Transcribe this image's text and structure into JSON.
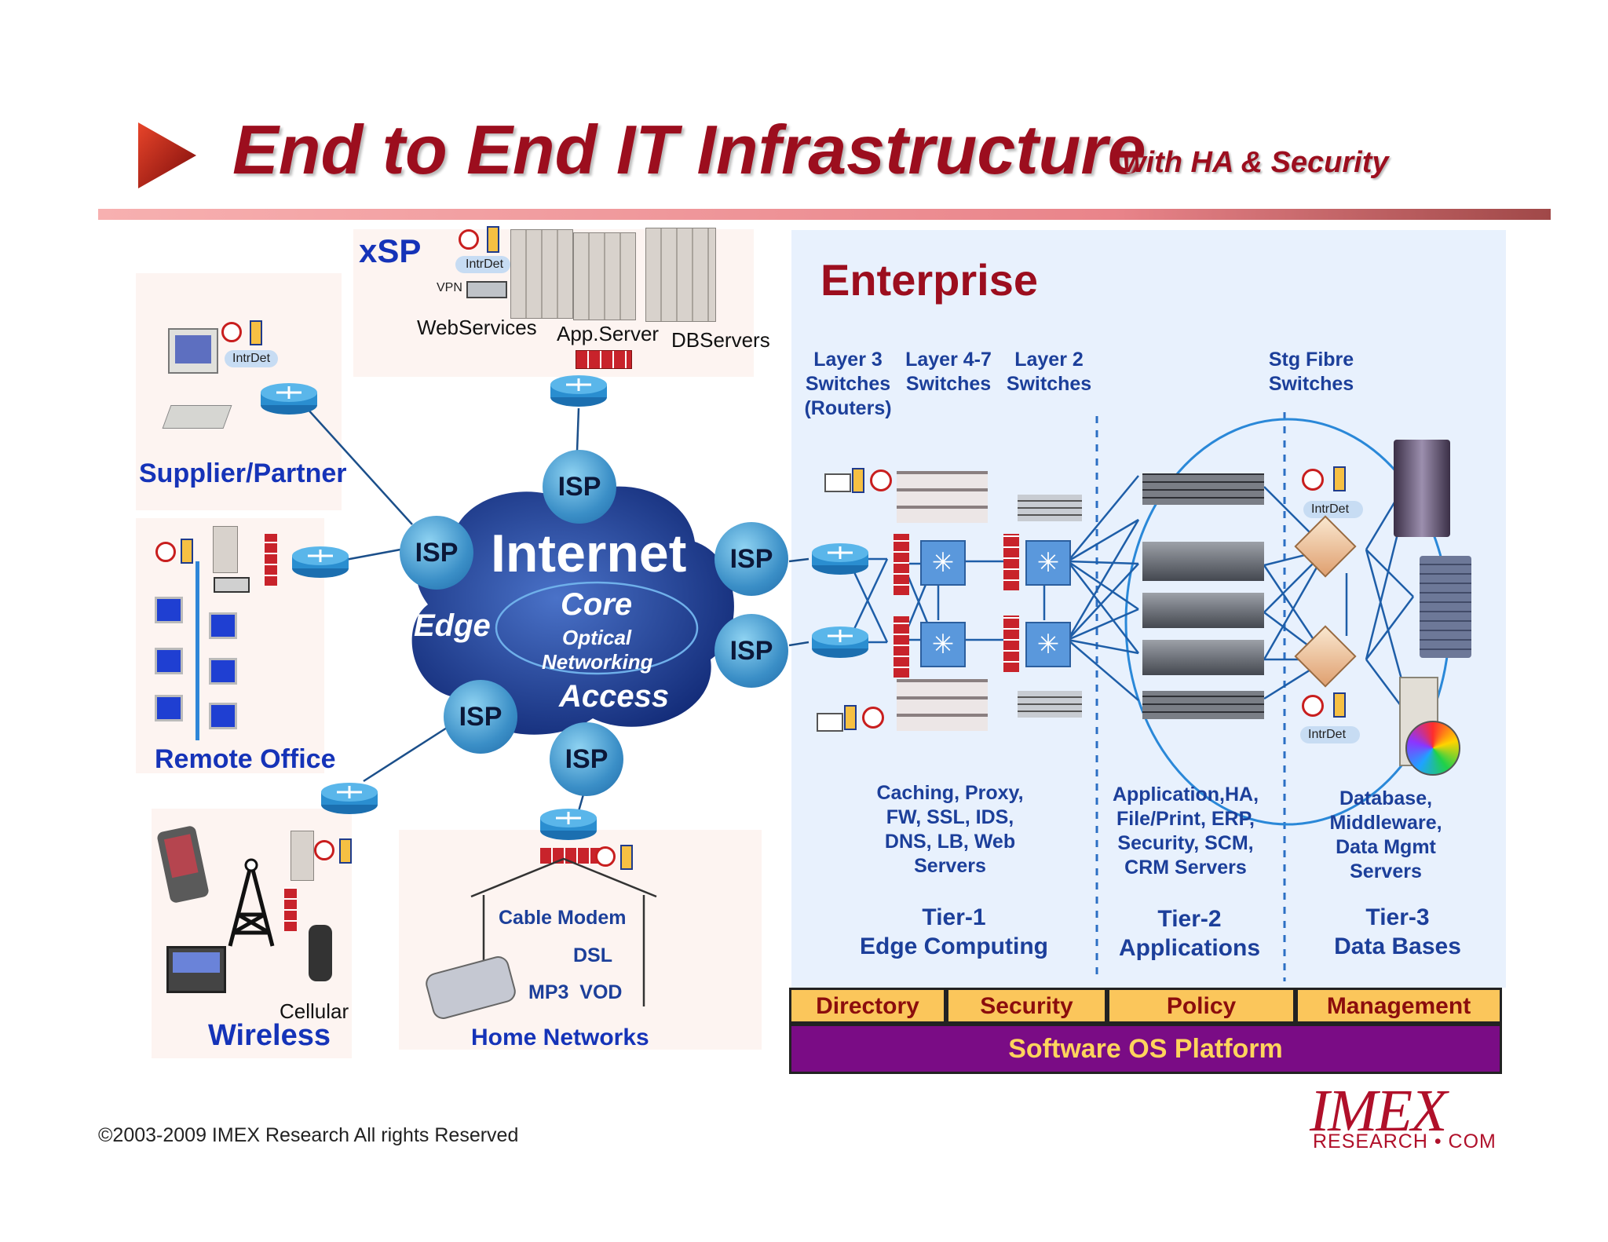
{
  "header": {
    "title": "End to End IT Infrastructure",
    "subtitle": "with HA & Security"
  },
  "xsp": {
    "label": "xSP",
    "intrdet": "IntrDet",
    "vpn": "VPN",
    "web_services": "WebServices",
    "app_server": "App.Server",
    "db_servers": "DBServers"
  },
  "supplier": {
    "label": "Supplier/Partner",
    "intrdet": "IntrDet"
  },
  "remote_office": {
    "label": "Remote Office"
  },
  "wireless": {
    "label": "Wireless",
    "cellular": "Cellular"
  },
  "home": {
    "label": "Home Networks",
    "cable_modem": "Cable Modem",
    "dsl": "DSL",
    "mp3_vod": "MP3  VOD"
  },
  "internet": {
    "label": "Internet",
    "edge": "Edge",
    "core": "Core",
    "optical_1": "Optical",
    "optical_2": "Networking",
    "access": "Access",
    "isp": "ISP"
  },
  "enterprise": {
    "title": "Enterprise",
    "layer3": [
      "Layer 3",
      "Switches",
      "(Routers)"
    ],
    "layer47": [
      "Layer 4-7",
      "Switches"
    ],
    "layer2": [
      "Layer 2",
      "Switches"
    ],
    "stg": [
      "Stg Fibre",
      "Switches"
    ],
    "intrdet": "IntrDet",
    "tier1_desc": [
      "Caching, Proxy,",
      "FW, SSL, IDS,",
      "DNS, LB, Web",
      "Servers"
    ],
    "tier2_desc": [
      "Application,HA,",
      "File/Print, ERP,",
      "Security, SCM,",
      "CRM Servers"
    ],
    "tier3_desc": [
      "Database,",
      "Middleware,",
      "Data Mgmt",
      "Servers"
    ],
    "tier1": [
      "Tier-1",
      "Edge Computing"
    ],
    "tier2": [
      "Tier-2",
      "Applications"
    ],
    "tier3": [
      "Tier-3",
      "Data Bases"
    ]
  },
  "services": [
    "Directory",
    "Security",
    "Policy",
    "Management"
  ],
  "platform": "Software OS Platform",
  "footer": {
    "copyright": "©2003-2009  IMEX Research All rights Reserved",
    "logo": "IMEX",
    "logo_sub": "RESEARCH • COM"
  },
  "colors": {
    "title": "#9c0e1e",
    "label_blue": "#1533b8",
    "enterprise_bg": "#e8f1fd",
    "service_bar": "#fbc65b",
    "platform": "#7a0c85"
  }
}
